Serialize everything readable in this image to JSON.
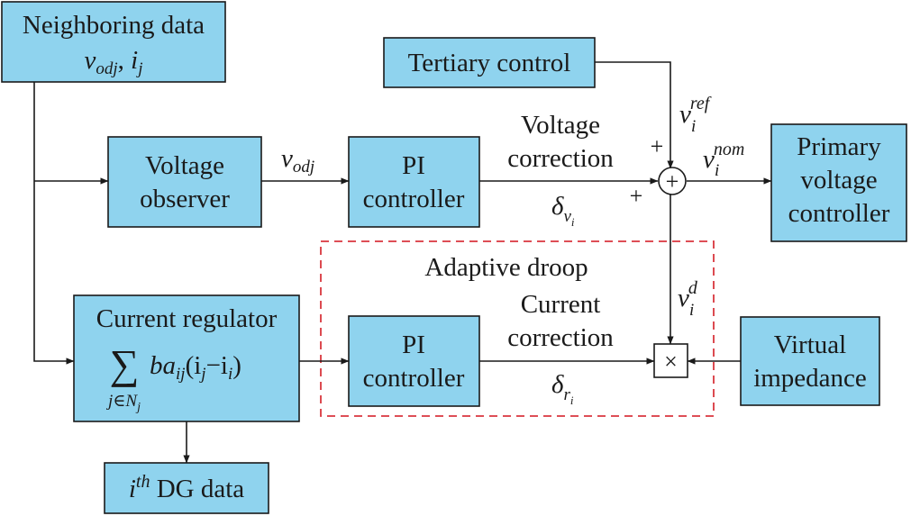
{
  "colors": {
    "block_fill": "#8fd3ee",
    "line": "#1a1a1a",
    "dashed_box": "#d9363e"
  },
  "blocks": {
    "neighboring": {
      "line1": "Neighboring data",
      "v": "v",
      "v_sub": "odj",
      "sep": ", ",
      "i": "i",
      "i_sub": "j"
    },
    "tertiary": {
      "label": "Tertiary control"
    },
    "observer": {
      "line1": "Voltage",
      "line2": "observer"
    },
    "pi_voltage": {
      "line1": "PI",
      "line2": "controller"
    },
    "primary": {
      "line1": "Primary",
      "line2": "voltage",
      "line3": "controller"
    },
    "regulator": {
      "line1": "Current regulator",
      "sum": "∑",
      "expr_a": "ba",
      "expr_a_sub": "ij",
      "expr_b": "(i",
      "expr_b_sub": "j",
      "expr_c": "−i",
      "expr_c_sub": "i",
      "expr_d": ")",
      "sum_lower": "j",
      "sum_in": "∈",
      "sum_n": "N",
      "sum_n_sub": "j"
    },
    "pi_current": {
      "line1": "PI",
      "line2": "controller"
    },
    "virtual": {
      "line1": "Virtual",
      "line2": "impedance"
    },
    "dg": {
      "i": "i",
      "sup": "th",
      "rest": " DG data"
    }
  },
  "labels": {
    "vodj": {
      "v": "v",
      "sub": "odj"
    },
    "voltage_correction": {
      "line1": "Voltage",
      "line2": "correction",
      "delta": "δ",
      "sub": "v",
      "subsub": "i"
    },
    "current_correction": {
      "line1": "Current",
      "line2": "correction",
      "delta": "δ",
      "sub": "r",
      "subsub": "i"
    },
    "adaptive_droop": "Adaptive droop",
    "vref": {
      "v": "v",
      "sub": "i",
      "sup": "ref"
    },
    "vnom": {
      "v": "v",
      "sub": "i",
      "sup": "nom"
    },
    "vd": {
      "v": "v",
      "sub": "i",
      "sup": "d"
    },
    "plus_top": "+",
    "plus_left": "+",
    "sum_symbol": "+",
    "mult_symbol": "×"
  }
}
